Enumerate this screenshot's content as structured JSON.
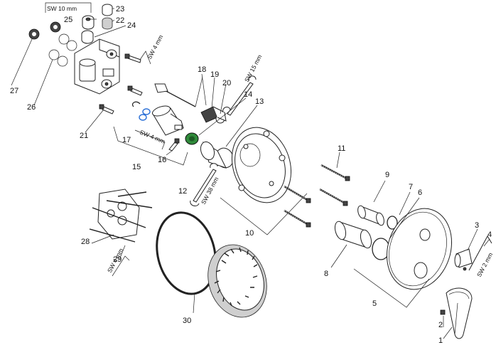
{
  "callouts": {
    "n1": "1",
    "n2": "2",
    "n3": "3",
    "n4": "4",
    "n5": "5",
    "n6": "6",
    "n7": "7",
    "n8": "8",
    "n9": "9",
    "n10": "10",
    "n11": "11",
    "n12": "12",
    "n13": "13",
    "n14": "14",
    "n15": "15",
    "n16": "16",
    "n17": "17",
    "n18": "18",
    "n19": "19",
    "n20": "20",
    "n21": "21",
    "n22": "22",
    "n23": "23",
    "n24": "24",
    "n25": "25",
    "n26": "26",
    "n27": "27",
    "n28": "28",
    "n29": "29",
    "n30": "30"
  },
  "wrench_labels": {
    "sw10": "SW 10 mm",
    "sw4_top": "SW 4 mm",
    "sw15": "SW 15 mm",
    "sw4_mid": "SW 4 mm",
    "sw38": "SW 38 mm",
    "sw4_bottom": "SW 4 mm",
    "sw2": "SW 2 mm"
  },
  "colors": {
    "accent_green": "#2f8a3a",
    "accent_blue": "#2a6fd6"
  }
}
